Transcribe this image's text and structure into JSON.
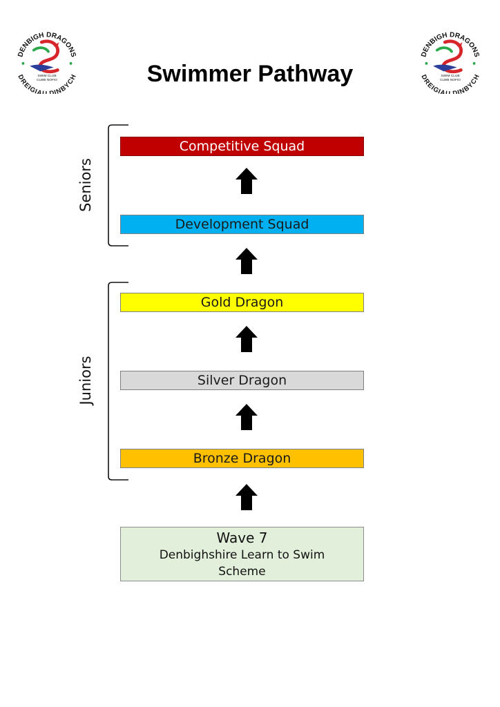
{
  "title": "Swimmer Pathway",
  "logo": {
    "top_text": "DENBIGH DRAGONS",
    "bottom_text": "DREIGIAU DINBYCH",
    "inner_line1": "SWIM CLUB",
    "inner_line2": "CLWB NOFIO",
    "colors": {
      "red": "#d7262b",
      "green": "#2aa84a",
      "blue": "#2b3f9a"
    }
  },
  "groups": {
    "seniors": "Seniors",
    "juniors": "Juniors"
  },
  "squads": {
    "competitive": "Competitive Squad",
    "development": "Development Squad",
    "gold": "Gold Dragon",
    "silver": "Silver Dragon",
    "bronze": "Bronze Dragon"
  },
  "entry": {
    "title": "Wave 7",
    "description": "Denbighshire Learn to Swim Scheme"
  },
  "colors": {
    "competitive": "#c00000",
    "development": "#00b0f0",
    "gold": "#ffff00",
    "silver": "#d9d9d9",
    "bronze": "#ffc000",
    "entry": "#e2efda",
    "arrow": "#000000"
  }
}
